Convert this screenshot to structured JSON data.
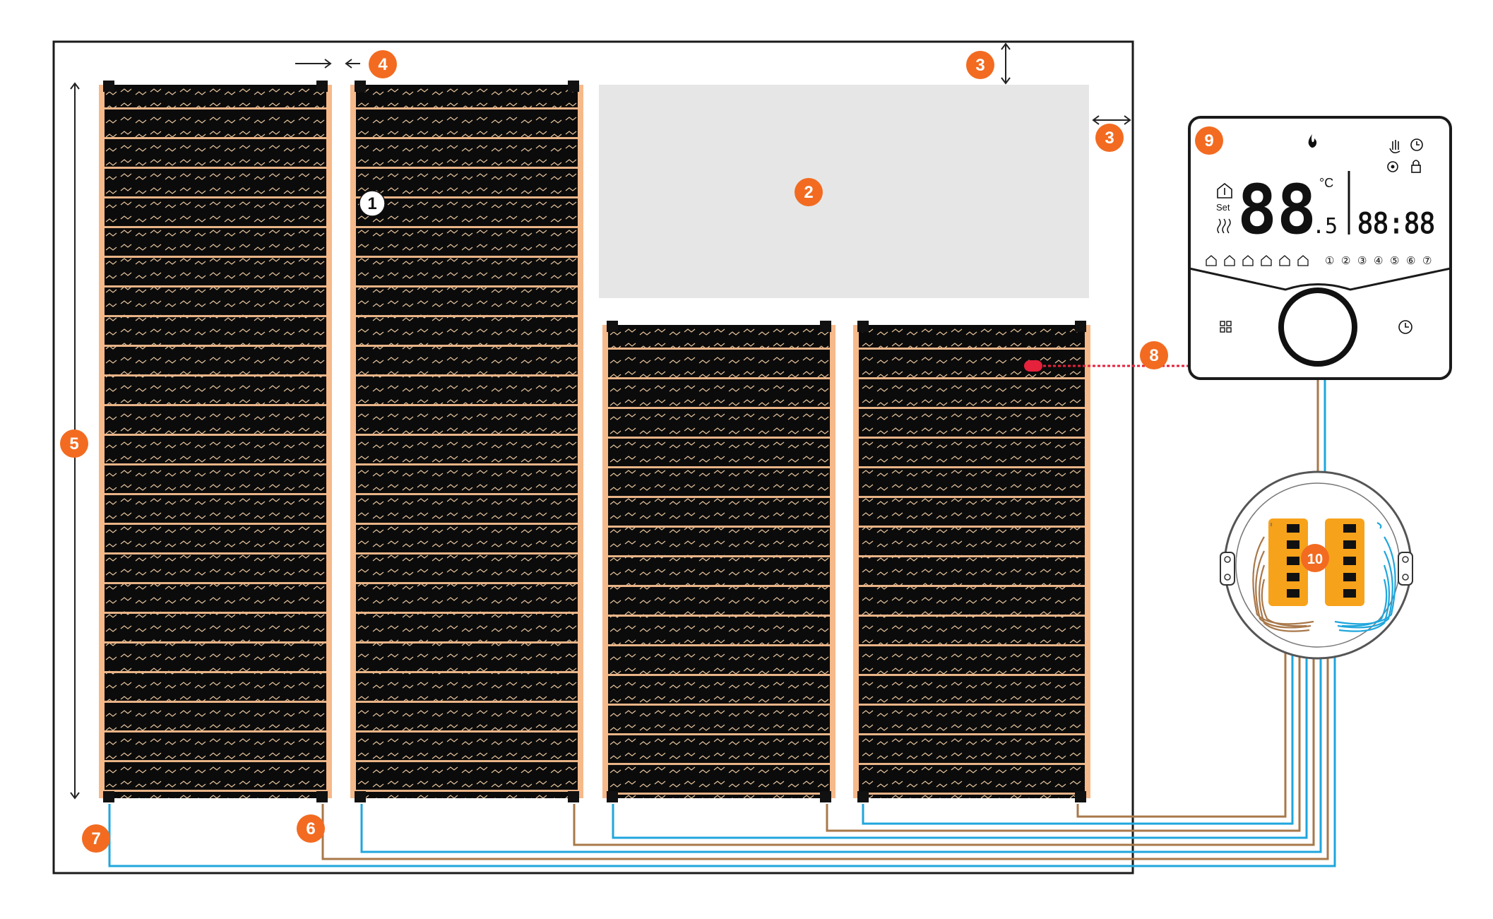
{
  "colors": {
    "badge": "#f26b21",
    "film_black": "#0b0b0b",
    "film_copper": "#f6b98a",
    "area_gray": "#e6e6e6",
    "wire_blue": "#1fa6dc",
    "wire_brown": "#a8784a",
    "sensor_red": "#e5213b",
    "terminal_orange": "#f7a21b"
  },
  "markers": [
    {
      "id": "1",
      "style": "white"
    },
    {
      "id": "2"
    },
    {
      "id": "3"
    },
    {
      "id": "3"
    },
    {
      "id": "4"
    },
    {
      "id": "5"
    },
    {
      "id": "6"
    },
    {
      "id": "7"
    },
    {
      "id": "8"
    },
    {
      "id": "9"
    },
    {
      "id": "10"
    }
  ],
  "thermostat": {
    "unit": "°C",
    "set_label": "Set",
    "temp_digits": "88",
    "temp_decimal": ".5",
    "clock_digits": "88:88",
    "program_numbers": [
      "①",
      "②",
      "③",
      "④",
      "⑤",
      "⑥",
      "⑦"
    ],
    "icons": [
      "flame-icon",
      "hand-icon",
      "clock-icon",
      "sync-icon",
      "lock-icon",
      "house-temp-icon",
      "heat-waves-icon",
      "menu-grid-icon",
      "clock-button-icon"
    ]
  }
}
